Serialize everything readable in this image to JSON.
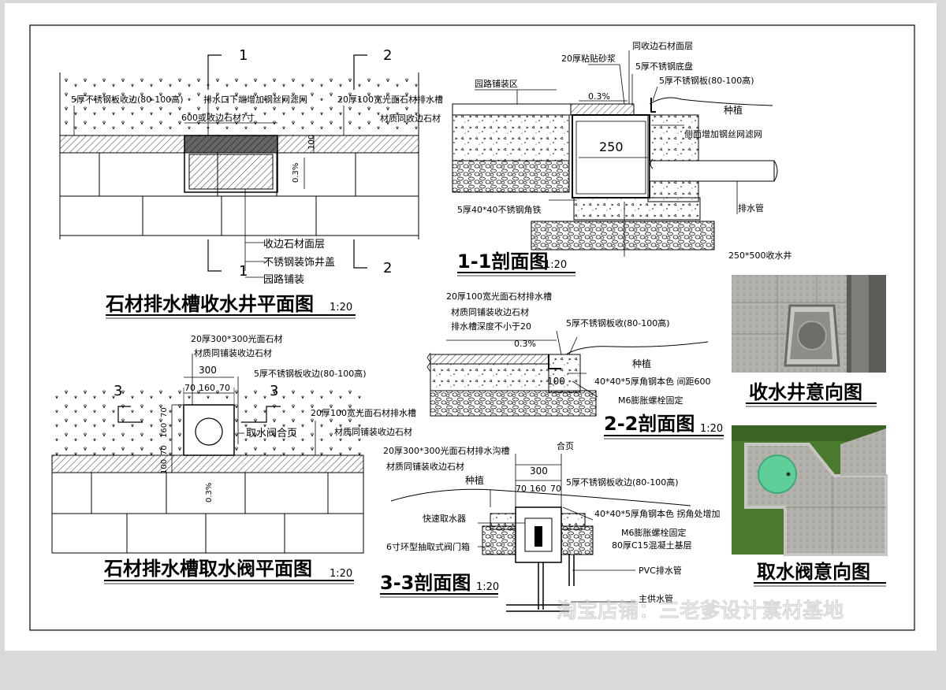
{
  "titles": {
    "plan1": "石材排水槽收水井平面图",
    "plan1_scale": "1:20",
    "section11": "1-1剖面图",
    "section11_scale": "1:20",
    "plan2": "石材排水槽取水阀平面图",
    "plan2_scale": "1:20",
    "section22": "2-2剖面图",
    "section22_scale": "1:20",
    "section33": "3-3剖面图",
    "section33_scale": "1:20",
    "photo1": "收水井意向图",
    "photo2": "取水阀意向图"
  },
  "cut_marks": {
    "one": "1",
    "two": "2",
    "three": "3"
  },
  "plan1_labels": {
    "edge_plate": "5厚不锈钢板收边(80-100高)",
    "filter": "排水口下端增加钢丝网滤网",
    "width": "600或收边石材?寸",
    "channel": "20厚100宽光面石材排水槽",
    "material": "材质同收边石材",
    "dim100": "100",
    "slope": "0.3%",
    "curb": "收边石材面层",
    "cover": "不锈钢装饰井盖",
    "paving": "园路铺装"
  },
  "section11_labels": {
    "mortar": "20厚粘贴砂浆",
    "curb_face": "同收边石材面层",
    "base_plate": "5厚不锈钢底盘",
    "edge_plate": "5厚不锈钢板(80-100高)",
    "paving_area": "园路铺装区",
    "slope": "0.3%",
    "planting": "种植",
    "side_filter": "侧面增加钢丝网滤网",
    "dim250": "250",
    "angle": "5厚40*40不锈钢角铁",
    "pipe": "排水管",
    "well": "250*500收水井"
  },
  "plan2_labels": {
    "stone300": "20厚300*300光面石材",
    "material": "材质同铺装收边石材",
    "dim300": "300",
    "dims_sub": [
      "70",
      "160",
      "70"
    ],
    "edge_plate": "5厚不锈钢板收边(80-100高)",
    "channel": "20厚100宽光面石材排水槽",
    "material2": "材质同铺装收边石材",
    "valve": "取水阀合页",
    "vert_dims": [
      "70",
      "160",
      "70",
      "100"
    ],
    "slope": "0.3%"
  },
  "section22_labels": {
    "channel": "20厚100宽光面石材排水槽",
    "material": "材质同铺装收边石材",
    "depth": "排水槽深度不小于20",
    "edge_plate": "5厚不锈钢板收(80-100高)",
    "slope": "0.3%",
    "planting": "种植",
    "dim100": "100",
    "angle": "40*40*5厚角钢本色 间距600",
    "bolt": "M6膨胀螺栓固定"
  },
  "section33_labels": {
    "channel": "20厚300*300光面石材排水沟槽",
    "hinge": "合页",
    "material": "材质同铺装收边石材",
    "dim300": "300",
    "dims_sub": [
      "70",
      "160",
      "70"
    ],
    "planting": "种植",
    "edge_plate": "5厚不锈钢板收边(80-100高)",
    "angle": "40*40*5厚角钢本色 拐角处增加",
    "quick": "快速取水器",
    "bolt": "M6膨胀螺栓固定",
    "base": "80厚C15混凝土基层",
    "valve_box": "6寸环型抽取式阀门箱",
    "pvc": "PVC排水管",
    "main": "主供水管"
  },
  "watermark": "淘宝店铺：三老爹设计素材基地",
  "colors": {
    "background": "#d9d9d9",
    "sheet": "#ffffff",
    "line": "#000000",
    "valve_green": "#5fcf9a",
    "grass": "#4a7a2e",
    "stone": "#b9b6ad"
  }
}
